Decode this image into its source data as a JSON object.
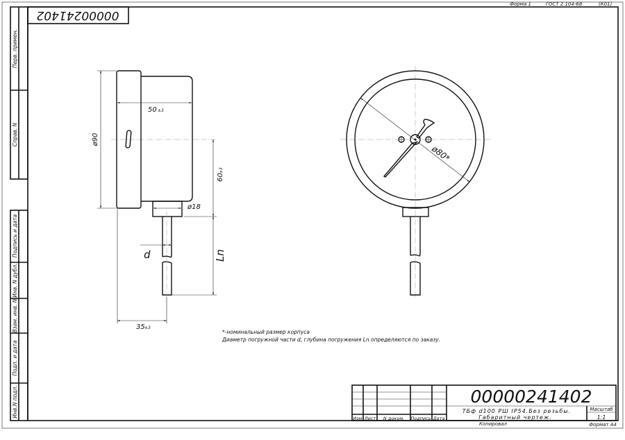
{
  "header": {
    "form_label": "Форма 1",
    "standard": "ГОСТ 2.104-68",
    "code": "(К01)"
  },
  "stamp_top": "00000241402",
  "side_strip": [
    "Перв. примен.",
    "Справ. N",
    "Подпись и дата",
    "Инв. N дубл.",
    "Взам. инв. N",
    "Подп. и дата",
    "Инв.N подл."
  ],
  "side_view": {
    "dim_diameter": "ø90",
    "dim_depth": "50",
    "dim_depth_tol": "±3",
    "dim_offset": "60",
    "dim_offset_tol": "±3",
    "dim_fitting": "ø18",
    "dim_stem_d": "d",
    "dim_stem_ln": "Ln",
    "dim_stem_pos": "35",
    "dim_stem_pos_tol": "±3"
  },
  "front_view": {
    "dim_dial": "ø80*"
  },
  "notes": [
    "*-номинальный размер корпуса",
    "Диаметр погружной части d, глубина погружения Ln определяются по заказу."
  ],
  "title_block": {
    "doc_number": "00000241402",
    "description_line1": "ТБф d100 РШ IP54.Без резьбы.",
    "description_line2": "Габаритный чертеж.",
    "scale_label": "Масштаб",
    "scale_value": "1:1",
    "col_headers": [
      "Изм",
      "Лист",
      "N докум.",
      "Подпись",
      "Дата"
    ],
    "copied": "Копировал",
    "format": "Формат А4"
  }
}
